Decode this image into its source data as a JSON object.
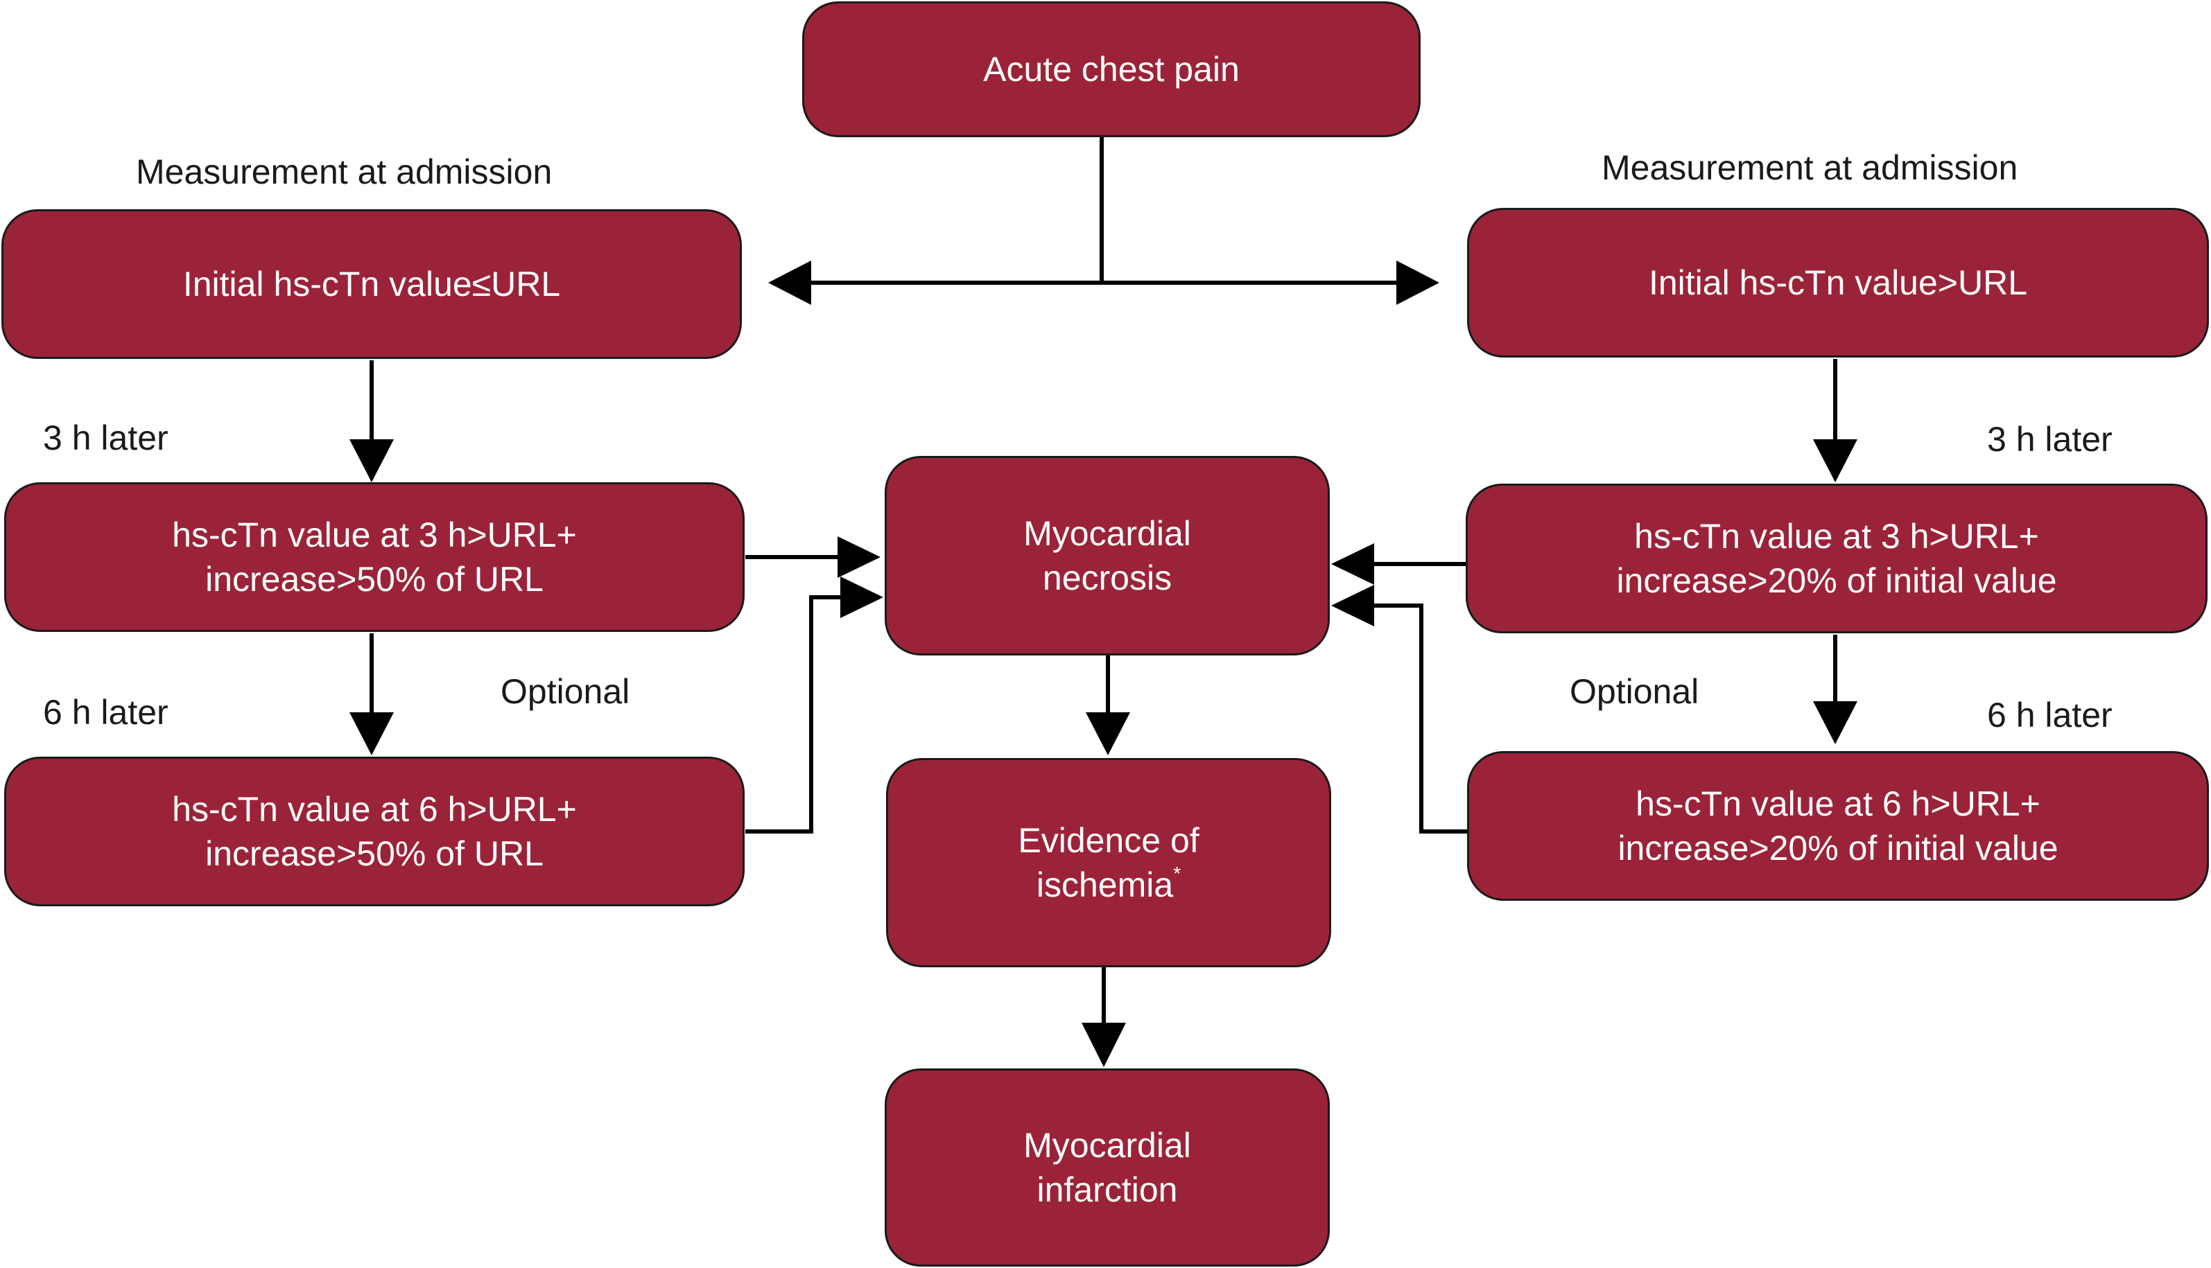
{
  "colors": {
    "box_fill": "#9b2339",
    "box_text": "#ffffff",
    "line": "#000000",
    "label_text": "#1a1a1a"
  },
  "nodes": {
    "acute_chest_pain": "Acute chest pain",
    "initial_low": "Initial hs-cTn value≤URL",
    "initial_high": "Initial hs-cTn value>URL",
    "left_3h": {
      "line1": "hs-cTn value at 3 h>URL+",
      "line2": "increase>50% of URL"
    },
    "left_6h": {
      "line1": "hs-cTn value at 6 h>URL+",
      "line2": "increase>50% of URL"
    },
    "right_3h": {
      "line1": "hs-cTn value at 3 h>URL+",
      "line2": "increase>20% of initial value"
    },
    "right_6h": {
      "line1": "hs-cTn value at 6 h>URL+",
      "line2": "increase>20% of initial value"
    },
    "necrosis": {
      "line1": "Myocardial",
      "line2": "necrosis"
    },
    "ischemia": {
      "line1": "Evidence of",
      "line2": "ischemia",
      "footnote_mark": "*"
    },
    "infarction": {
      "line1": "Myocardial",
      "line2": "infarction"
    }
  },
  "labels": {
    "measurement_left": "Measurement at admission",
    "measurement_right": "Measurement at admission",
    "left_3h_later": "3 h later",
    "left_6h_later": "6 h later",
    "right_3h_later": "3 h later",
    "right_6h_later": "6 h later",
    "optional_left": "Optional",
    "optional_right": "Optional"
  }
}
